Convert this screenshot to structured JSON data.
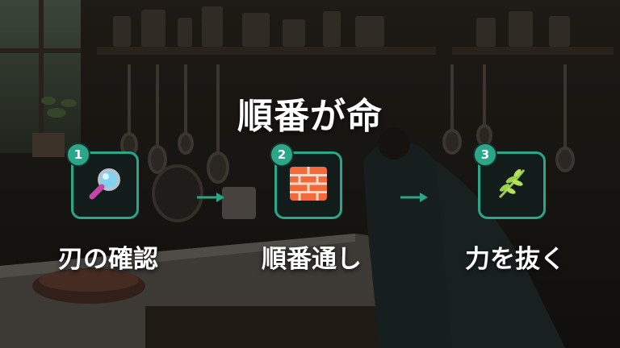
{
  "title": "順番が命",
  "steps": [
    {
      "number": "1",
      "label": "刃の確認",
      "icon": "magnifying-glass-icon"
    },
    {
      "number": "2",
      "label": "順番通し",
      "icon": "brick-icon"
    },
    {
      "number": "3",
      "label": "力を抜く",
      "icon": "herb-icon"
    }
  ],
  "colors": {
    "accent": "#2aa789",
    "card": "#121c1a",
    "text": "#ffffff"
  }
}
